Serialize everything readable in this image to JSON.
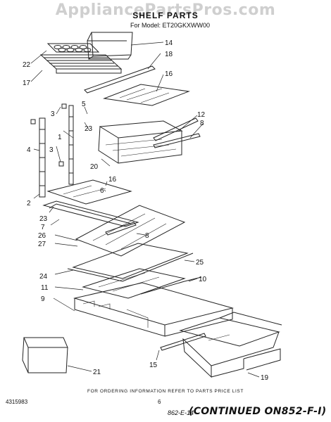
{
  "watermark": "AppliancePartsPros.com",
  "header": {
    "title": "SHELF PARTS",
    "model_prefix": "For Model:",
    "model_number": "ET20GKXWW00"
  },
  "callouts": [
    "22",
    "17",
    "14",
    "18",
    "16",
    "3",
    "5",
    "1",
    "4",
    "3",
    "12",
    "8",
    "23",
    "2",
    "20",
    "16",
    "6",
    "23",
    "7",
    "26",
    "8",
    "27",
    "24",
    "25",
    "11",
    "10",
    "9",
    "15",
    "21",
    "19"
  ],
  "footer": {
    "ordering_note": "FOR ORDERING INFORMATION REFER TO PARTS PRICE LIST",
    "doc_number": "4315983",
    "page_number": "6",
    "handwritten_ref": "862-E-14",
    "continued_note": "(CONTINUED ON852-F-I)"
  }
}
